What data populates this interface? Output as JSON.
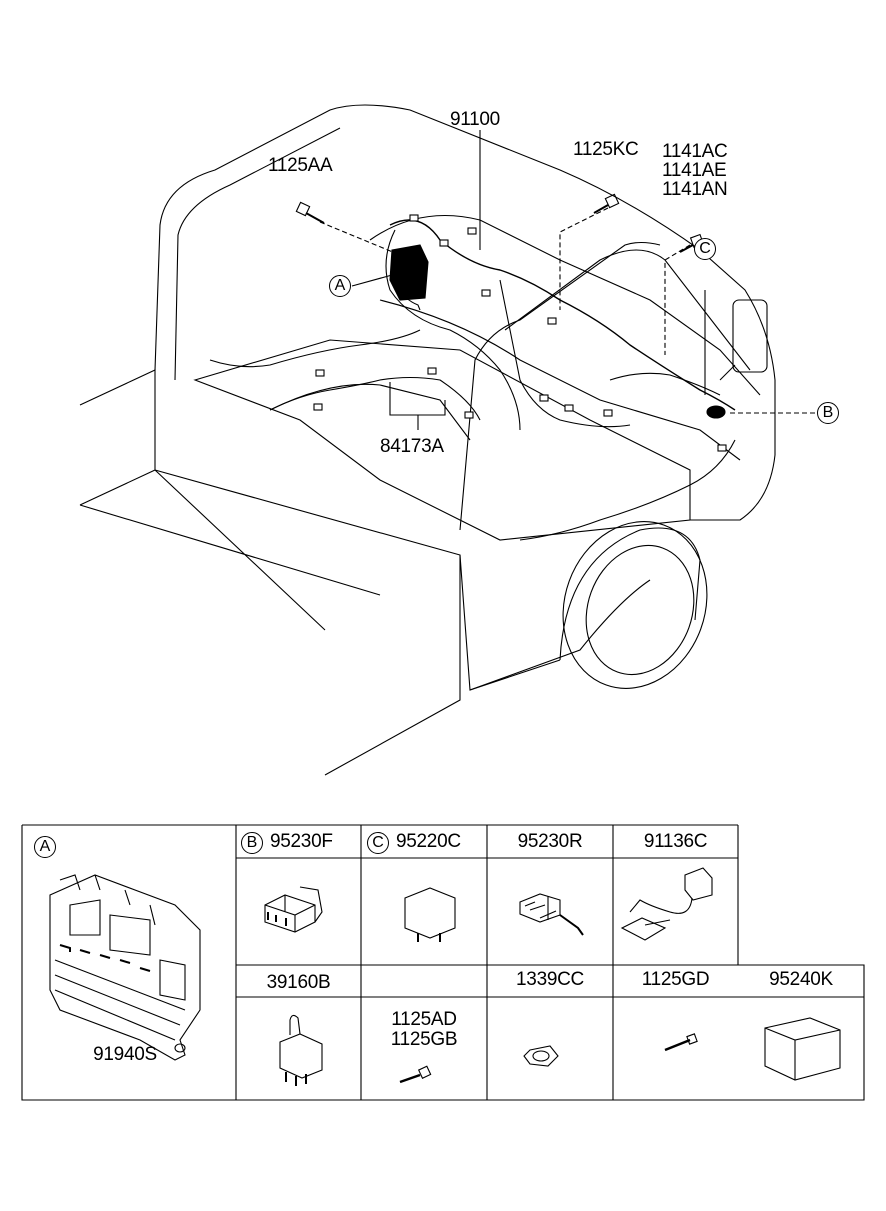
{
  "callouts": {
    "harness": "91100",
    "bolt_left": "1125AA",
    "bolt_mid": "1125KC",
    "bolt_right": [
      "1141AC",
      "1141AE",
      "1141AN"
    ],
    "bracket": "84173A",
    "marker_a": "A",
    "marker_b": "B",
    "marker_c": "C"
  },
  "parts_table": {
    "cell_a": {
      "marker": "A",
      "part": "91940S"
    },
    "row1": [
      {
        "marker": "B",
        "part": "95230F",
        "icon": "relay-b-icon"
      },
      {
        "marker": "C",
        "part": "95220C",
        "icon": "relay-c-icon"
      },
      {
        "marker": "",
        "part": "95230R",
        "icon": "connector-relay-icon"
      },
      {
        "marker": "",
        "part": "91136C",
        "icon": "sensor-harness-icon"
      }
    ],
    "row2": [
      {
        "part": "39160B",
        "icon": "bracket-relay-icon"
      },
      {
        "part": "",
        "parts": [
          "1125AD",
          "1125GB"
        ],
        "icon": "bolt-icon"
      },
      {
        "part": "1339CC",
        "icon": "nut-icon"
      },
      {
        "part": "1125GD",
        "icon": "screw-icon"
      },
      {
        "part": "95240K",
        "icon": "module-box-icon"
      }
    ]
  }
}
